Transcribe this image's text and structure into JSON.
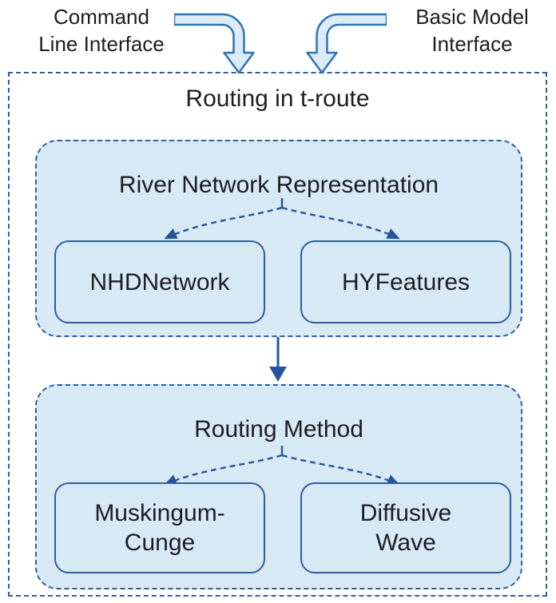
{
  "title": "Routing in t-route",
  "inputs": [
    {
      "name": "command-line-interface",
      "lines": [
        "Command",
        "Line Interface"
      ]
    },
    {
      "name": "basic-model-interface",
      "lines": [
        "Basic Model",
        "Interface"
      ]
    }
  ],
  "sections": [
    {
      "title": "River Network Representation",
      "options": [
        {
          "label": "NHDNetwork",
          "lines": [
            "NHDNetwork"
          ]
        },
        {
          "label": "HYFeatures",
          "lines": [
            "HYFeatures"
          ]
        }
      ]
    },
    {
      "title": "Routing Method",
      "options": [
        {
          "label": "Muskingum-Cunge",
          "lines": [
            "Muskingum-",
            "Cunge"
          ]
        },
        {
          "label": "Diffusive Wave",
          "lines": [
            "Diffusive",
            "Wave"
          ]
        }
      ]
    }
  ],
  "colors": {
    "box_fill": "#d8e9f6",
    "border_blue": "#2d5e9e",
    "arrow_outline": "#2e74b5",
    "arrow_fill": "#dcebf8",
    "solid_arrow": "#26549b",
    "text": "#1d1d24"
  }
}
